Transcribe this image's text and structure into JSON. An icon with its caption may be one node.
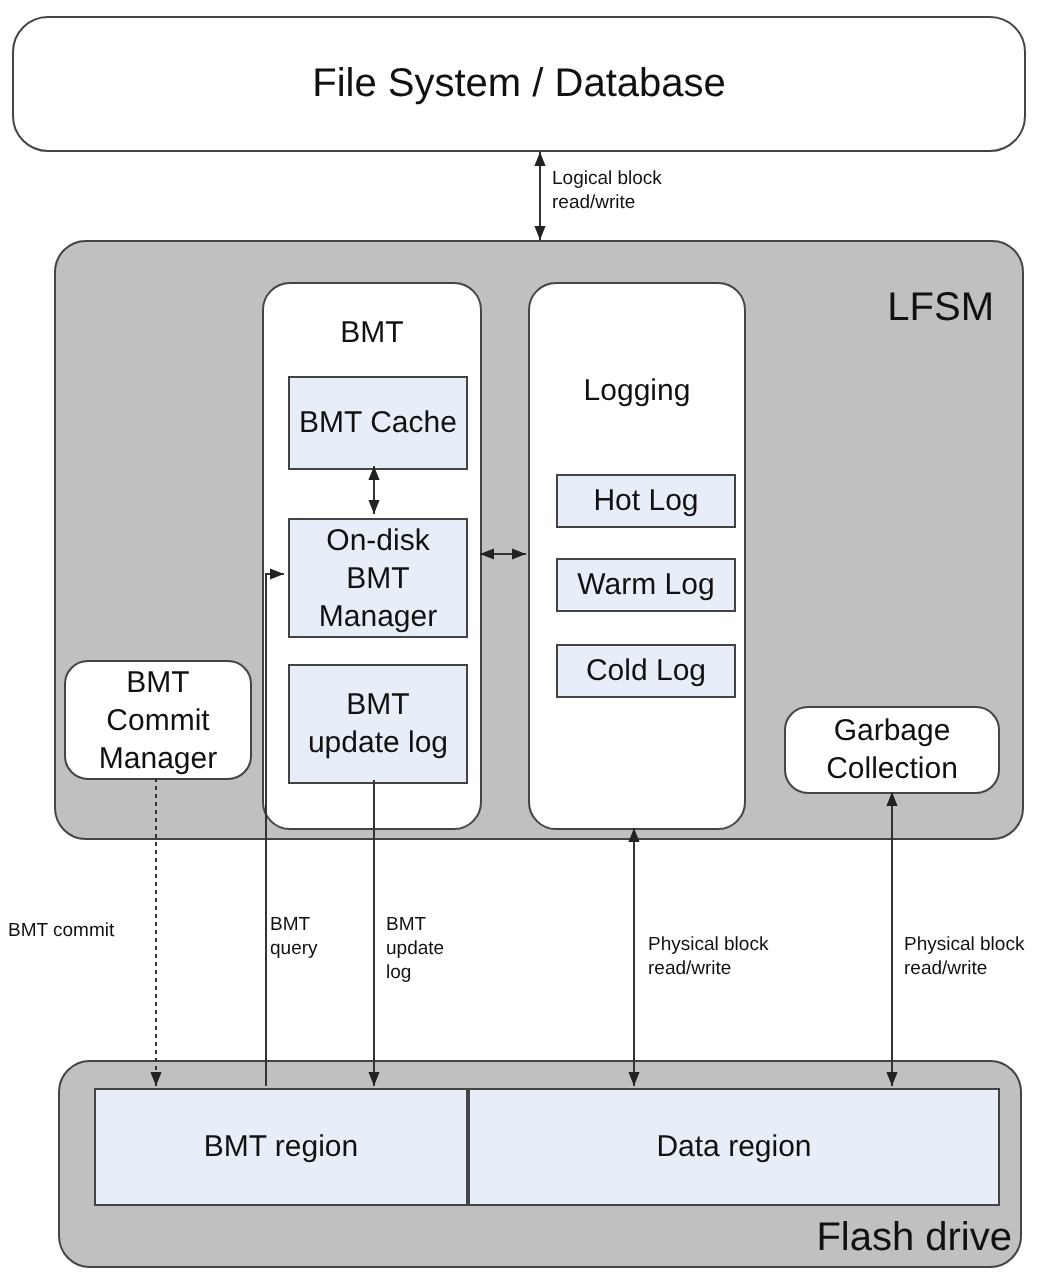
{
  "diagram": {
    "nodes": [
      {
        "text": [
          "File System / Database"
        ]
      },
      {
        "text": [
          "LFSM"
        ]
      },
      {
        "text": [
          "BMT"
        ],
        "in": 1
      },
      {
        "text": [
          "BMT Cache"
        ],
        "in": 2
      },
      {
        "text": [
          "On-disk BMT Manager"
        ],
        "in": 2
      },
      {
        "text": [
          "BMT update log"
        ],
        "in": 2
      },
      {
        "text": [
          "Logging"
        ],
        "in": 1
      },
      {
        "text": [
          "Hot Log"
        ],
        "in": 6
      },
      {
        "text": [
          "Warm Log"
        ],
        "in": 6
      },
      {
        "text": [
          "Cold Log"
        ],
        "in": 6
      },
      {
        "text": [
          "BMT Commit Manager"
        ],
        "in": 1
      },
      {
        "text": [
          "Garbage Collection"
        ],
        "in": 1
      },
      {
        "text": [
          "Flash drive"
        ]
      },
      {
        "text": [
          "BMT region"
        ],
        "in": 12
      },
      {
        "text": [
          "Data region"
        ],
        "in": 12
      }
    ],
    "edges": [
      {
        "from": 0,
        "to": 1,
        "arrow": "both",
        "label": "Logical block read/write"
      },
      {
        "from": 3,
        "to": 4,
        "arrow": "both"
      },
      {
        "from": 2,
        "to": 6,
        "arrow": "both"
      },
      {
        "from": 10,
        "to": 13,
        "arrow": "to",
        "label": "BMT commit",
        "style": "dashed"
      },
      {
        "from": 13,
        "to": 4,
        "arrow": "to",
        "label": "BMT query"
      },
      {
        "from": 5,
        "to": 13,
        "arrow": "to",
        "label": "BMT update log"
      },
      {
        "from": 6,
        "to": 14,
        "arrow": "both",
        "label": "Physical block read/write"
      },
      {
        "from": 11,
        "to": 14,
        "arrow": "both",
        "label": "Physical block read/write"
      }
    ]
  }
}
